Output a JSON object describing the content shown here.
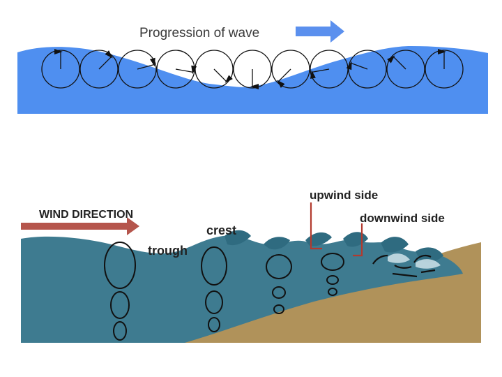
{
  "top_diagram": {
    "title": "Progression of wave",
    "colors": {
      "water": "#4f8ff0",
      "arrow": "#5b90ee",
      "orbit": "#111111"
    },
    "particle_angles_deg": [
      270,
      315,
      345,
      10,
      45,
      90,
      135,
      170,
      200,
      225,
      270
    ],
    "icons": [
      "progression-arrow-icon",
      "orbit-circle-icon",
      "particle-arrow-icon"
    ]
  },
  "bottom_diagram": {
    "labels": {
      "wind_direction": "WIND DIRECTION",
      "trough": "trough",
      "crest": "crest",
      "upwind_side": "upwind side",
      "downwind_side": "downwind side"
    },
    "colors": {
      "sea": "#3e7b90",
      "sea_dark": "#2f6b80",
      "beach": "#b0925a",
      "wind_arrow": "#b5554c",
      "leader_line": "#b23a2e",
      "orbit": "#111111"
    },
    "icons": [
      "wind-direction-arrow-icon",
      "orbit-ellipse-icon",
      "breaking-wave-icon"
    ]
  }
}
